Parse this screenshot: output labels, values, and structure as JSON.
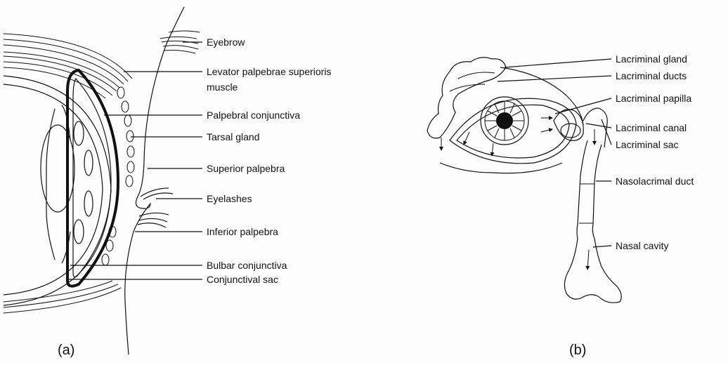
{
  "panel_a": {
    "tag": "(a)",
    "labels": {
      "eyebrow": "Eyebrow",
      "levator_line1": "Levator palpebrae superioris",
      "levator_line2": "muscle",
      "palpebral_conjunctiva": "Palpebral conjunctiva",
      "tarsal_gland": "Tarsal gland",
      "superior_palpebra": "Superior palpebra",
      "eyelashes": "Eyelashes",
      "inferior_palpebra": "Inferior palpebra",
      "bulbar_conjunctiva": "Bulbar conjunctiva",
      "conjunctival_sac": "Conjunctival sac"
    }
  },
  "panel_b": {
    "tag": "(b)",
    "labels": {
      "lacriminal_gland": "Lacriminal gland",
      "lacriminal_ducts": "Lacriminal ducts",
      "lacriminal_papilla": "Lacriminal papilla",
      "lacriminal_canal": "Lacriminal canal",
      "lacriminal_sac": "Lacriminal sac",
      "nasolacrimal_duct": "Nasolacrimal duct",
      "nasal_cavity": "Nasal cavity"
    }
  }
}
